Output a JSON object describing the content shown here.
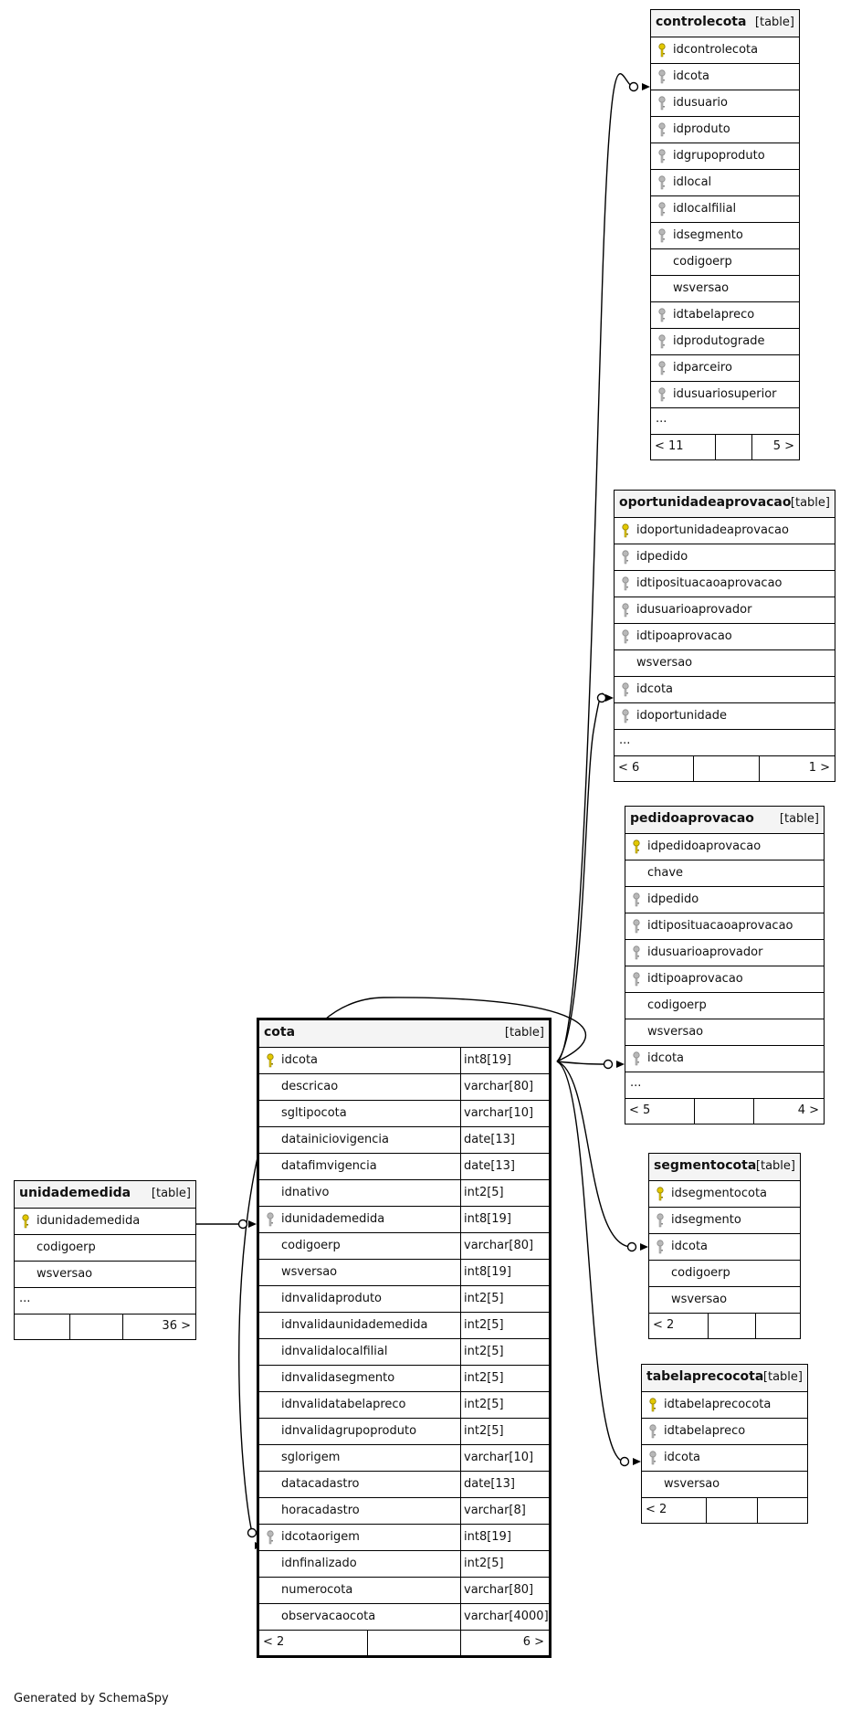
{
  "credit": "Generated by SchemaSpy",
  "tables": {
    "controlecota": {
      "name": "controlecota",
      "type": "[table]",
      "rows": [
        {
          "label": "idcontrolecota",
          "key": "pk"
        },
        {
          "label": "idcota",
          "key": "fk"
        },
        {
          "label": "idusuario",
          "key": "fk"
        },
        {
          "label": "idproduto",
          "key": "fk"
        },
        {
          "label": "idgrupoproduto",
          "key": "fk"
        },
        {
          "label": "idlocal",
          "key": "fk"
        },
        {
          "label": "idlocalfilial",
          "key": "fk"
        },
        {
          "label": "idsegmento",
          "key": "fk"
        },
        {
          "label": "codigoerp",
          "key": ""
        },
        {
          "label": "wsversao",
          "key": ""
        },
        {
          "label": "idtabelapreco",
          "key": "fk"
        },
        {
          "label": "idprodutograde",
          "key": "fk"
        },
        {
          "label": "idparceiro",
          "key": "fk"
        },
        {
          "label": "idusuariosuperior",
          "key": "fk"
        }
      ],
      "ellipsis": "...",
      "footer_left": "< 11",
      "footer_right": "5 >"
    },
    "oportunidadeaprovacao": {
      "name": "oportunidadeaprovacao",
      "type": "[table]",
      "rows": [
        {
          "label": "idoportunidadeaprovacao",
          "key": "pk"
        },
        {
          "label": "idpedido",
          "key": "fk"
        },
        {
          "label": "idtipositua​caoaprovacao",
          "key": "fk"
        },
        {
          "label": "idusuarioaprovador",
          "key": "fk"
        },
        {
          "label": "idtipoaprovacao",
          "key": "fk"
        },
        {
          "label": "wsversao",
          "key": ""
        },
        {
          "label": "idcota",
          "key": "fk"
        },
        {
          "label": "idoportunidade",
          "key": "fk"
        }
      ],
      "ellipsis": "...",
      "footer_left": "< 6",
      "footer_right": "1 >"
    },
    "pedidoaprovacao": {
      "name": "pedidoaprovacao",
      "type": "[table]",
      "rows": [
        {
          "label": "idpedidoaprovacao",
          "key": "pk"
        },
        {
          "label": "chave",
          "key": ""
        },
        {
          "label": "idpedido",
          "key": "fk"
        },
        {
          "label": "idtiposituacaoaprovacao",
          "key": "fk"
        },
        {
          "label": "idusuarioaprovador",
          "key": "fk"
        },
        {
          "label": "idtipoaprovacao",
          "key": "fk"
        },
        {
          "label": "codigoerp",
          "key": ""
        },
        {
          "label": "wsversao",
          "key": ""
        },
        {
          "label": "idcota",
          "key": "fk"
        }
      ],
      "ellipsis": "...",
      "footer_left": "< 5",
      "footer_right": "4 >"
    },
    "segmentocota": {
      "name": "segmentocota",
      "type": "[table]",
      "rows": [
        {
          "label": "idsegmentocota",
          "key": "pk"
        },
        {
          "label": "idsegmento",
          "key": "fk"
        },
        {
          "label": "idcota",
          "key": "fk"
        },
        {
          "label": "codigoerp",
          "key": ""
        },
        {
          "label": "wsversao",
          "key": ""
        }
      ],
      "footer_left": "< 2",
      "footer_right": ""
    },
    "tabelaprecocota": {
      "name": "tabelaprecocota",
      "type": "[table]",
      "rows": [
        {
          "label": "idtabelaprecocota",
          "key": "pk"
        },
        {
          "label": "idtabelapreco",
          "key": "fk"
        },
        {
          "label": "idcota",
          "key": "fk"
        },
        {
          "label": "wsversao",
          "key": ""
        }
      ],
      "footer_left": "< 2",
      "footer_right": ""
    },
    "unidademedida": {
      "name": "unidademedida",
      "type": "[table]",
      "rows": [
        {
          "label": "idunidademedida",
          "key": "pk"
        },
        {
          "label": "codigoerp",
          "key": ""
        },
        {
          "label": "wsversao",
          "key": ""
        }
      ],
      "ellipsis": "...",
      "footer_left": "",
      "footer_right": "36 >"
    },
    "cota": {
      "name": "cota",
      "type": "[table]",
      "rows": [
        {
          "label": "idcota",
          "key": "pk",
          "dtype": "int8[19]"
        },
        {
          "label": "descricao",
          "key": "",
          "dtype": "varchar[80]"
        },
        {
          "label": "sgltipocota",
          "key": "",
          "dtype": "varchar[10]"
        },
        {
          "label": "datainiciovigencia",
          "key": "",
          "dtype": "date[13]"
        },
        {
          "label": "datafimvigencia",
          "key": "",
          "dtype": "date[13]"
        },
        {
          "label": "idnativo",
          "key": "",
          "dtype": "int2[5]"
        },
        {
          "label": "idunidademedida",
          "key": "fk",
          "dtype": "int8[19]"
        },
        {
          "label": "codigoerp",
          "key": "",
          "dtype": "varchar[80]"
        },
        {
          "label": "wsversao",
          "key": "",
          "dtype": "int8[19]"
        },
        {
          "label": "idnvalidaproduto",
          "key": "",
          "dtype": "int2[5]"
        },
        {
          "label": "idnvalidaunidademedida",
          "key": "",
          "dtype": "int2[5]"
        },
        {
          "label": "idnvalidalocalfilial",
          "key": "",
          "dtype": "int2[5]"
        },
        {
          "label": "idnvalidasegmento",
          "key": "",
          "dtype": "int2[5]"
        },
        {
          "label": "idnvalidatabelapreco",
          "key": "",
          "dtype": "int2[5]"
        },
        {
          "label": "idnvalidagrupoproduto",
          "key": "",
          "dtype": "int2[5]"
        },
        {
          "label": "sglorigem",
          "key": "",
          "dtype": "varchar[10]"
        },
        {
          "label": "datacadastro",
          "key": "",
          "dtype": "date[13]"
        },
        {
          "label": "horacadastro",
          "key": "",
          "dtype": "varchar[8]"
        },
        {
          "label": "idcotaorigem",
          "key": "fk",
          "dtype": "int8[19]"
        },
        {
          "label": "idnfinalizado",
          "key": "",
          "dtype": "int2[5]"
        },
        {
          "label": "numerocota",
          "key": "",
          "dtype": "varchar[80]"
        },
        {
          "label": "observacaocota",
          "key": "",
          "dtype": "varchar[4000]"
        }
      ],
      "footer_left": "< 2",
      "footer_right": "6 >"
    }
  }
}
